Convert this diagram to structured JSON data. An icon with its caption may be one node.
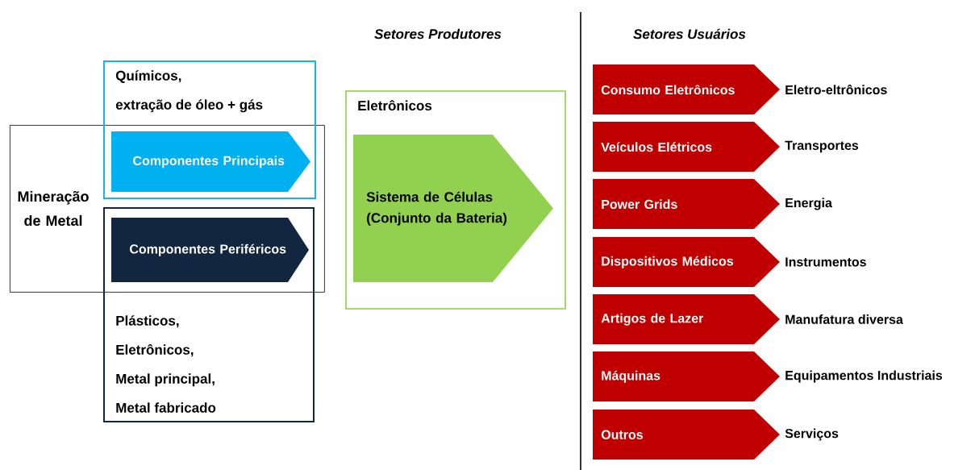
{
  "diagram": {
    "nodes": [
      {
        "text": [
          "Mineração de Metal"
        ]
      },
      {
        "text": [
          "Químicos,",
          "extração de óleo + gás"
        ]
      },
      {
        "text": [
          "Componentes Principais"
        ]
      },
      {
        "text": [
          "Plásticos,",
          "Eletrônicos,",
          "Metal principal,",
          "Metal fabricado"
        ]
      },
      {
        "text": [
          "Componentes Periféricos"
        ]
      },
      {
        "text": [
          "Eletrônicos"
        ]
      },
      {
        "text": [
          "Sistema de Células (Conjunto da Bateria)"
        ],
        "in": 5
      },
      {
        "text": [
          "Consumo Eletrônicos"
        ],
        "beside": [
          "Eletro-eltrônicos"
        ]
      },
      {
        "text": [
          "Veículos Elétricos"
        ],
        "beside": [
          "Transportes"
        ]
      },
      {
        "text": [
          "Power Grids"
        ],
        "beside": [
          "Energia"
        ]
      },
      {
        "text": [
          "Dispositivos Médicos"
        ],
        "beside": [
          "Instrumentos"
        ]
      },
      {
        "text": [
          "Artigos de Lazer"
        ],
        "beside": [
          "Manufatura diversa"
        ]
      },
      {
        "text": [
          "Máquinas"
        ],
        "beside": [
          "Equipamentos Industriais"
        ]
      },
      {
        "text": [
          "Outros"
        ],
        "beside": [
          "Serviços"
        ]
      }
    ],
    "labels": [
      "Setores Produtores",
      "Setores Usuários"
    ]
  }
}
